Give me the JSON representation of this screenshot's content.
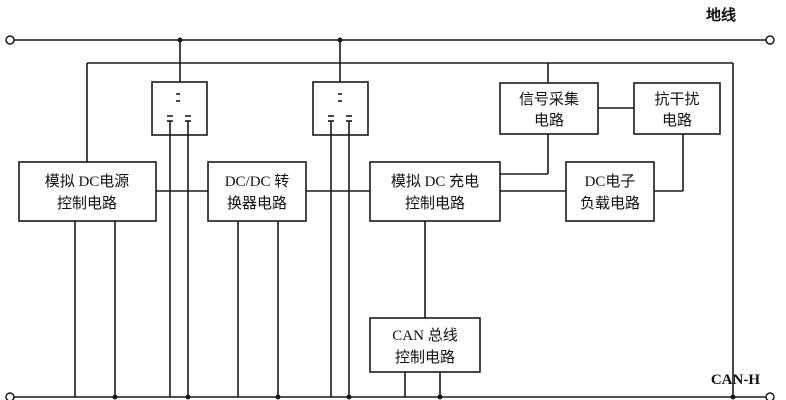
{
  "rails": {
    "ground_label": "地线",
    "canh_label": "CAN-H"
  },
  "blocks": {
    "analog_dc_power": {
      "line1": "模拟 DC电源",
      "line2": "控制电路"
    },
    "dcdc_converter": {
      "line1": "DC/DC 转",
      "line2": "换器电路"
    },
    "analog_dc_charge": {
      "line1": "模拟 DC 充电",
      "line2": "控制电路"
    },
    "signal_acq": {
      "line1": "信号采集",
      "line2": "电路"
    },
    "anti_interference": {
      "line1": "抗干扰",
      "line2": "电路"
    },
    "dc_load": {
      "line1": "DC电子",
      "line2": "负载电路"
    },
    "can_bus": {
      "line1": "CAN 总线",
      "line2": "控制电路"
    }
  },
  "relay_boxes": [
    "relay-box-1",
    "relay-box-2"
  ]
}
